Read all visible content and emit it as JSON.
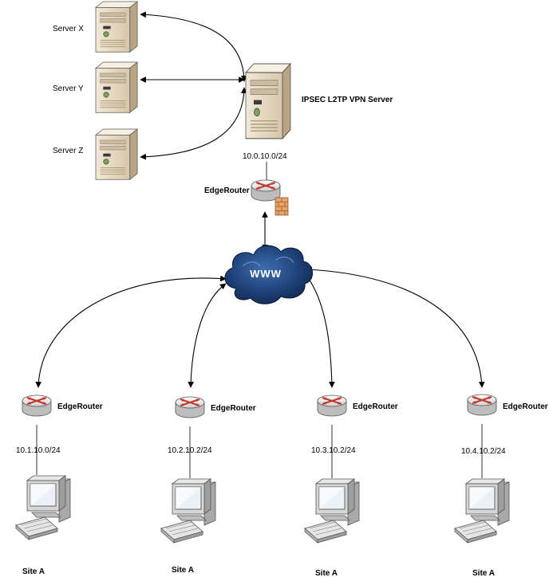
{
  "servers": [
    {
      "label": "Server X"
    },
    {
      "label": "Server Y"
    },
    {
      "label": "Server Z"
    }
  ],
  "vpn_server": {
    "label": "IPSEC L2TP VPN Server",
    "subnet": "10.0.10.0/24"
  },
  "hq_router": {
    "label": "EdgeRouter"
  },
  "internet": {
    "label": "WWW"
  },
  "sites": [
    {
      "router_label": "EdgeRouter",
      "subnet": "10.1.10.0/24",
      "site_label": "Site A"
    },
    {
      "router_label": "EdgeRouter",
      "subnet": "10.2.10.2/24",
      "site_label": "Site A"
    },
    {
      "router_label": "EdgeRouter",
      "subnet": "10.3.10.2/24",
      "site_label": "Site A"
    },
    {
      "router_label": "EdgeRouter",
      "subnet": "10.4.10.2/24",
      "site_label": "Site A"
    }
  ],
  "colors": {
    "server_body": "#e9dcc8",
    "router_body": "#d9d9d9",
    "router_arrows": "#c0392b",
    "cloud": "#1b3a6b",
    "firewall": "#d27a3a"
  }
}
